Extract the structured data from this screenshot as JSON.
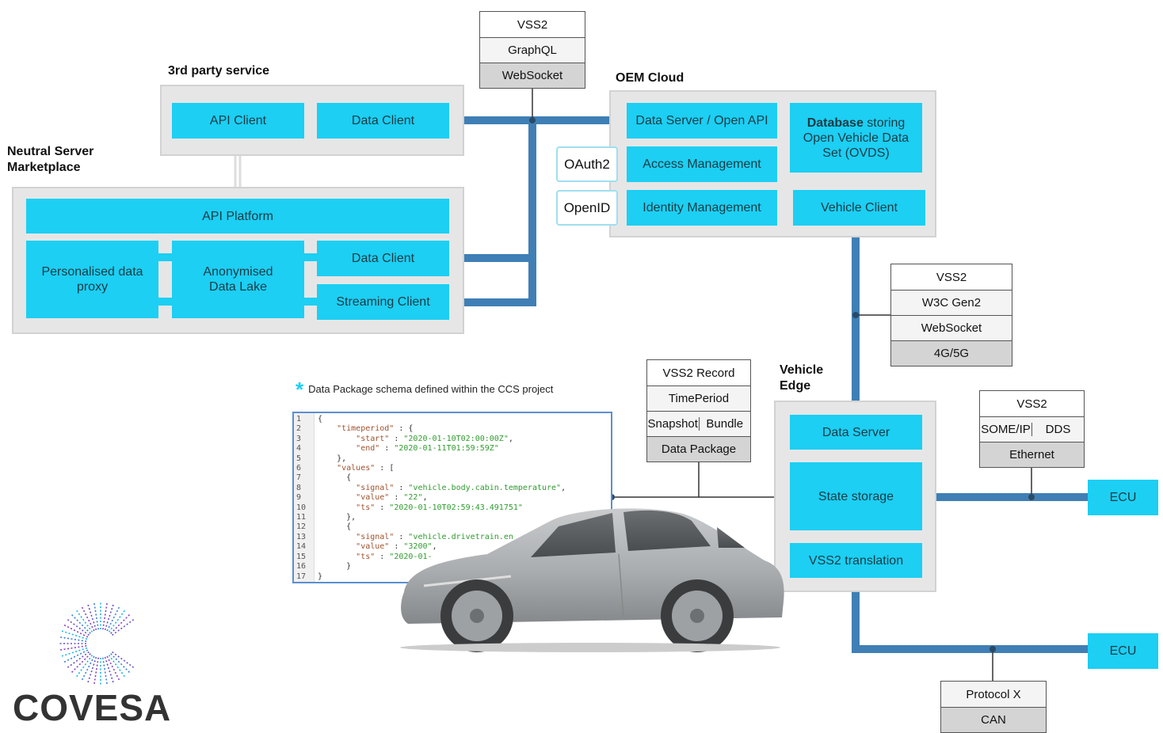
{
  "sections": {
    "third_party": "3rd party service",
    "neutral_line1": "Neutral Server",
    "neutral_line2": "Marketplace",
    "oem_cloud": "OEM Cloud",
    "vehicle_edge_line1": "Vehicle",
    "vehicle_edge_line2": "Edge"
  },
  "boxes": {
    "api_client": "API Client",
    "data_client_top": "Data Client",
    "api_platform": "API Platform",
    "personalised_proxy_line1": "Personalised data",
    "personalised_proxy_line2": "proxy",
    "anon_lake_line1": "Anonymised",
    "anon_lake_line2": "Data Lake",
    "data_client_mid": "Data Client",
    "streaming_client": "Streaming Client",
    "data_server_open_api": "Data Server / Open API",
    "database_bold": "Database",
    "database_rest1": " storing",
    "database_line2": "Open Vehicle Data",
    "database_line3": "Set (OVDS)",
    "access_mgmt": "Access Management",
    "identity_mgmt": "Identity Management",
    "vehicle_client": "Vehicle Client",
    "oauth2": "OAuth2",
    "openid": "OpenID",
    "edge_data_server": "Data Server",
    "state_storage": "State storage",
    "vss2_translation": "VSS2 translation",
    "ecu_1": "ECU",
    "ecu_2": "ECU"
  },
  "stacks": {
    "top": [
      "VSS2",
      "GraphQL",
      "WebSocket"
    ],
    "w3c": [
      "VSS2",
      "W3C Gen2",
      "WebSocket",
      "4G/5G"
    ],
    "record": {
      "row1": "VSS2 Record",
      "row2": "TimePeriod",
      "row3a": "Snapshot",
      "row3b": "Bundle",
      "row4": "Data Package"
    },
    "someip": {
      "row1": "VSS2",
      "row2a": "SOME/IP",
      "row2b": "DDS",
      "row3": "Ethernet"
    },
    "protocol": [
      "Protocol X",
      "CAN"
    ]
  },
  "schema_note": "Data Package schema defined within the CCS project",
  "code_lines": [
    "{",
    "    \"timeperiod\" : {",
    "        \"start\" : \"2020-01-10T02:00:00Z\",",
    "        \"end\" : \"2020-01-11T01:59:59Z\"",
    "    },",
    "    \"values\" : [",
    "      {",
    "        \"signal\" : \"vehicle.body.cabin.temperature\",",
    "        \"value\" : \"22\",",
    "        \"ts\" : \"2020-01-10T02:59:43.491751\"",
    "      },",
    "      {",
    "        \"signal\" : \"vehicle.drivetrain.en",
    "        \"value\" : \"3200\",",
    "        \"ts\" : \"2020-01-",
    "      }",
    "}"
  ],
  "logo_text": "COVESA",
  "colors": {
    "box": "#1ccff3",
    "panel": "#e6e6e6",
    "wire": "#3f7fb5",
    "logo": "#333333"
  }
}
